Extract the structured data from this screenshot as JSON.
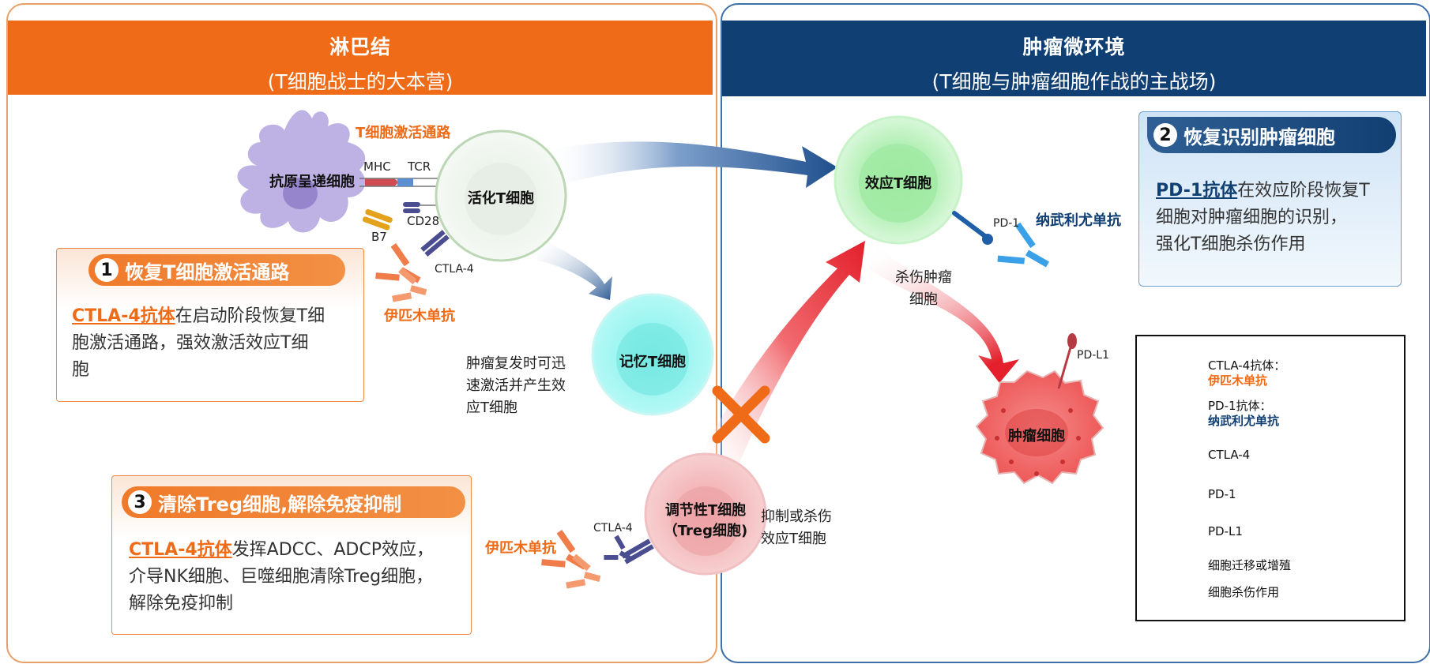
{
  "left_panel": {
    "title": "淋巴结",
    "subtitle": "(T细胞战士的大本营)"
  },
  "right_panel": {
    "title": "肿瘤微环境",
    "subtitle": "(T细胞与肿瘤细胞作战的主战场)"
  },
  "cells": {
    "apc": "抗原呈递细胞",
    "activated_t": "活化T细胞",
    "memory_t": "记忆T细胞",
    "treg_line1": "调节性T细胞",
    "treg_line2": "（Treg细胞)",
    "effector_t": "效应T细胞",
    "tumor": "肿瘤细胞"
  },
  "labels": {
    "activation_pathway": "T细胞激活通路",
    "mhc": "MHC",
    "tcr": "TCR",
    "cd28": "CD28",
    "b7": "B7",
    "ctla4_top": "CTLA-4",
    "ipilimumab_top": "伊匹木单抗",
    "memory_note_1": "肿瘤复发时可迅",
    "memory_note_2": "速激活并产生效",
    "memory_note_3": "应T细胞",
    "treg_note_1": "抑制或杀伤",
    "treg_note_2": "效应T细胞",
    "ctla4_bottom": "CTLA-4",
    "ipilimumab_bottom": "伊匹木单抗",
    "pd1": "PD-1",
    "nivolumab": "纳武利尤单抗",
    "kill_note_1": "杀伤肿瘤",
    "kill_note_2": "细胞",
    "pdl1": "PD-L1"
  },
  "callouts": {
    "c1": {
      "number": "1",
      "title": "恢复T细胞激活通路",
      "link": "CTLA-4抗体",
      "line1": "在启动阶段恢复T细",
      "line2": "胞激活通路，强效激活效应T细",
      "line3": "胞"
    },
    "c2": {
      "number": "2",
      "title": "恢复识别肿瘤细胞",
      "link": "PD-1抗体",
      "line1": "在效应阶段恢复T",
      "line2": "细胞对肿瘤细胞的识别，",
      "line3": "强化T细胞杀伤作用"
    },
    "c3": {
      "number": "3",
      "title": "清除Treg细胞,解除免疫抑制",
      "link": "CTLA-4抗体",
      "line1": "发挥ADCC、ADCP效应，",
      "line2": "介导NK细胞、巨噬细胞清除Treg细胞，",
      "line3": "解除免疫抑制"
    }
  },
  "legend": {
    "ctla4_ab": "CTLA-4抗体：",
    "ctla4_ab_drug": "伊匹木单抗",
    "pd1_ab": "PD-1抗体：",
    "pd1_ab_drug": "纳武利尤单抗",
    "ctla4": "CTLA-4",
    "pd1": "PD-1",
    "pdl1": "PD-L1",
    "migration": "细胞迁移或增殖",
    "killing": "细胞杀伤作用"
  },
  "colors": {
    "orange": "#ef6b17",
    "navy": "#0f3f73",
    "red": "#e3202b",
    "green_cell": "#a6eda8",
    "cyan_cell": "#8cf2f0",
    "pink_cell": "#f2b2b5",
    "tumor": "#f26e6e",
    "apc": "#b7a9e0"
  }
}
